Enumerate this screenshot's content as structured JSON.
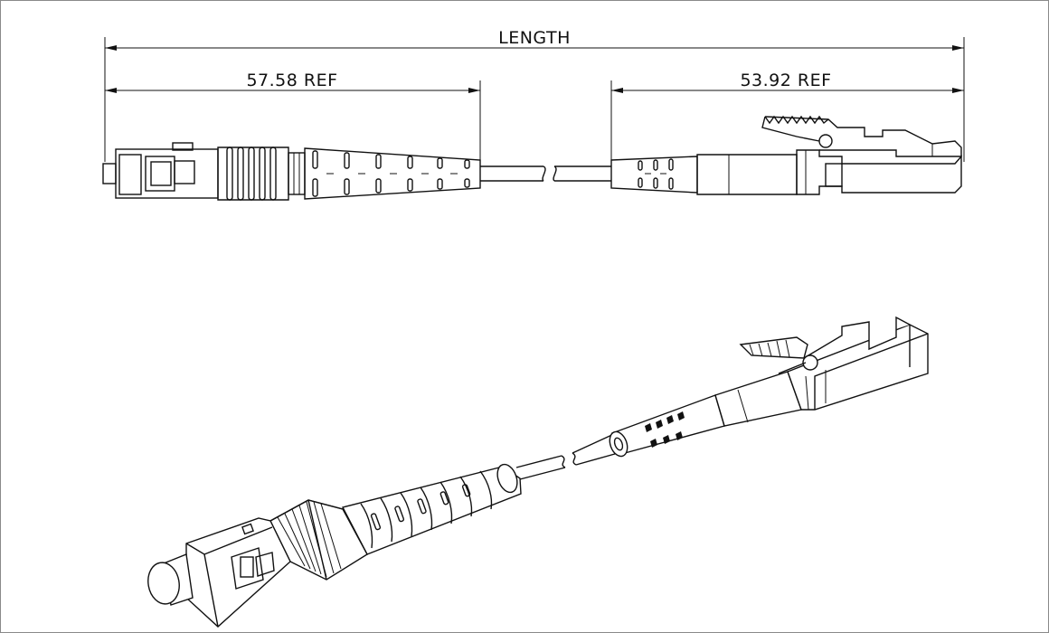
{
  "drawing": {
    "overall_dimension_label": "LENGTH",
    "left_dimension_label": "57.58 REF",
    "right_dimension_label": "53.92 REF"
  },
  "views": {
    "top_view": "side elevation",
    "bottom_view": "isometric"
  },
  "colors": {
    "line": "#111111",
    "background": "#ffffff",
    "frame": "#8a8a8a"
  }
}
